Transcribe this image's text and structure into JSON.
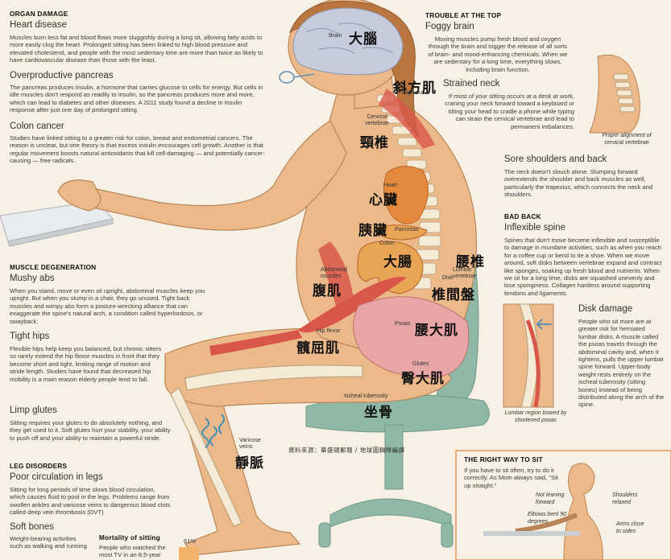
{
  "left": {
    "organ_damage": {
      "heading": "ORGAN DAMAGE",
      "heart": {
        "title": "Heart disease",
        "body": "Muscles burn less fat and blood flows more sluggishly during a long sit, allowing fatty acids to more easily clog the heart. Prolonged sitting has been linked to high blood pressure and elevated cholesterol, and people with the most sedentary time are more than twice as likely to have cardiovascular disease than those with the least."
      },
      "pancreas": {
        "title": "Overproductive pancreas",
        "body": "The pancreas produces insulin, a hormone that carries glucose to cells for energy. But cells in idle muscles don't respond as readily to insulin, so the pancreas produces more and more, which can lead to diabetes and other diseases. A 2011 study found a decline in insulin response after just one day of prolonged sitting."
      },
      "colon": {
        "title": "Colon cancer",
        "body": "Studies have linked sitting to a greater risk for colon, breast and endometrial cancers. The reason is unclear, but one theory is that excess insulin encourages cell growth. Another is that regular movement boosts natural antioxidants that kill cell-damaging — and potentially cancer-causing — free radicals."
      }
    },
    "muscle": {
      "heading": "MUSCLE DEGENERATION",
      "abs": {
        "title": "Mushy abs",
        "body": "When you stand, move or even sit upright, abdominal muscles keep you upright. But when you slump in a chair, they go unused. Tight back muscles and wimpy abs form a posture-wrecking alliance that can exaggerate the spine's natural arch, a condition called hyperlordosis, or swayback."
      },
      "hips": {
        "title": "Tight hips",
        "body": "Flexible hips help keep you balanced, but chronic sitters so rarely extend the hip flexor muscles in front that they become short and tight, limiting range of motion and stride length. Studies have found that decreased hip mobility is a main reason elderly people tend to fall."
      },
      "glutes": {
        "title": "Limp glutes",
        "body": "Sitting requires your glutes to do absolutely nothing, and they get used to it. Soft glutes hurt your stability, your ability to push off and your ability to maintain a powerful stride."
      }
    },
    "legs": {
      "heading": "LEG DISORDERS",
      "circulation": {
        "title": "Poor circulation in legs",
        "body": "Sitting for long periods of time slows blood circulation, which causes fluid to pool in the legs. Problems range from swollen ankles and varicose veins to dangerous blood clots called deep vein thrombosis (DVT)."
      },
      "bones": {
        "title": "Soft bones",
        "body": "Weight-bearing activities such as walking and running"
      }
    },
    "mortality": {
      "title": "Mortality of sitting",
      "body": "People who watched the most TV in an 8.5-year",
      "value": "61%"
    }
  },
  "right": {
    "trouble": {
      "heading": "TROUBLE AT THE TOP",
      "brain": {
        "title": "Foggy brain",
        "body": "Moving muscles pump fresh blood and oxygen through the brain and trigger the release of all sorts of brain- and mood-enhancing chemicals. When we are sedentary for a long time, everything slows, including brain function."
      },
      "neck": {
        "title": "Strained neck",
        "body": "If most of your sitting occurs at a desk at work, craning your neck forward toward a keyboard or tilting your head to cradle a phone while typing can strain the cervical vertebrae and lead to permanent imbalances."
      },
      "neck_caption": "Proper alignment of cervical vertebrae",
      "shoulders": {
        "title": "Sore shoulders and back",
        "body": "The neck doesn't slouch alone. Slumping forward overextends the shoulder and back muscles as well, particularly the trapezius, which connects the neck and shoulders."
      }
    },
    "back": {
      "heading": "BAD BACK",
      "spine": {
        "title": "Inflexible spine",
        "body": "Spines that don't move become inflexible and susceptible to damage in mundane activities, such as when you reach for a coffee cup or bend to tie a shoe. When we move around, soft disks between vertebrae expand and contract like sponges, soaking up fresh blood and nutrients. When we sit for a long time, disks are squashed unevenly and lose sponginess. Collagen hardens around supporting tendons and ligaments."
      },
      "disk": {
        "title": "Disk damage",
        "body": "People who sit more are at greater risk for herniated lumbar disks. A muscle called the psoas travels through the abdominal cavity and, when it tightens, pulls the upper lumbar spine forward. Upper-body weight rests entirely on the ischeal tuberosity (sitting bones) instead of being distributed along the arch of the spine."
      },
      "disk_caption": "Lumbar region bowed by shortened psoas"
    },
    "right_way": {
      "heading": "THE RIGHT WAY TO SIT",
      "body": "If you have to sit often, try to do it correctly. As Mom always said, \"Sit up straight.\"",
      "notes": {
        "lean": "Not leaning forward",
        "shoulders": "Shoulders relaxed",
        "elbows": "Elbows bent 90 degrees",
        "arms": "Arms close to sides"
      }
    }
  },
  "figure": {
    "labels": {
      "brain": "Brain",
      "trapezius": "Trapezius",
      "cervical": "Cervical vertebrae",
      "heart": "Heart",
      "pancreas": "Pancreas",
      "colon": "Colon",
      "abdominal": "Abdominal muscles",
      "lumbar": "Lumbar vertebrae",
      "disk": "Disk",
      "psoas": "Psoas",
      "hipflexor": "Hip flexor",
      "glutes": "Glutes",
      "ischeal": "Ischeal tuberosity",
      "varicose": "Varicose veins"
    },
    "zh": {
      "brain": "大腦",
      "trapezius": "斜方肌",
      "cervical": "頸椎",
      "heart": "心臟",
      "pancreas": "胰臟",
      "colon": "大腸",
      "lumbar": "腰椎",
      "abdominal": "腹肌",
      "disk": "椎間盤",
      "psoas": "腰大肌",
      "hipflexor": "髖屈肌",
      "glutes": "臀大肌",
      "ischeal": "坐骨",
      "varicose": "靜脈"
    },
    "source": "資料來源：華盛頓郵報 / 地球圖輯隊編譯"
  },
  "colors": {
    "skin": "#ebb98a",
    "muscle": "#d9574a",
    "bone": "#f4ead6",
    "chair": "#8fb9a6",
    "organ": "#e58a3c"
  }
}
